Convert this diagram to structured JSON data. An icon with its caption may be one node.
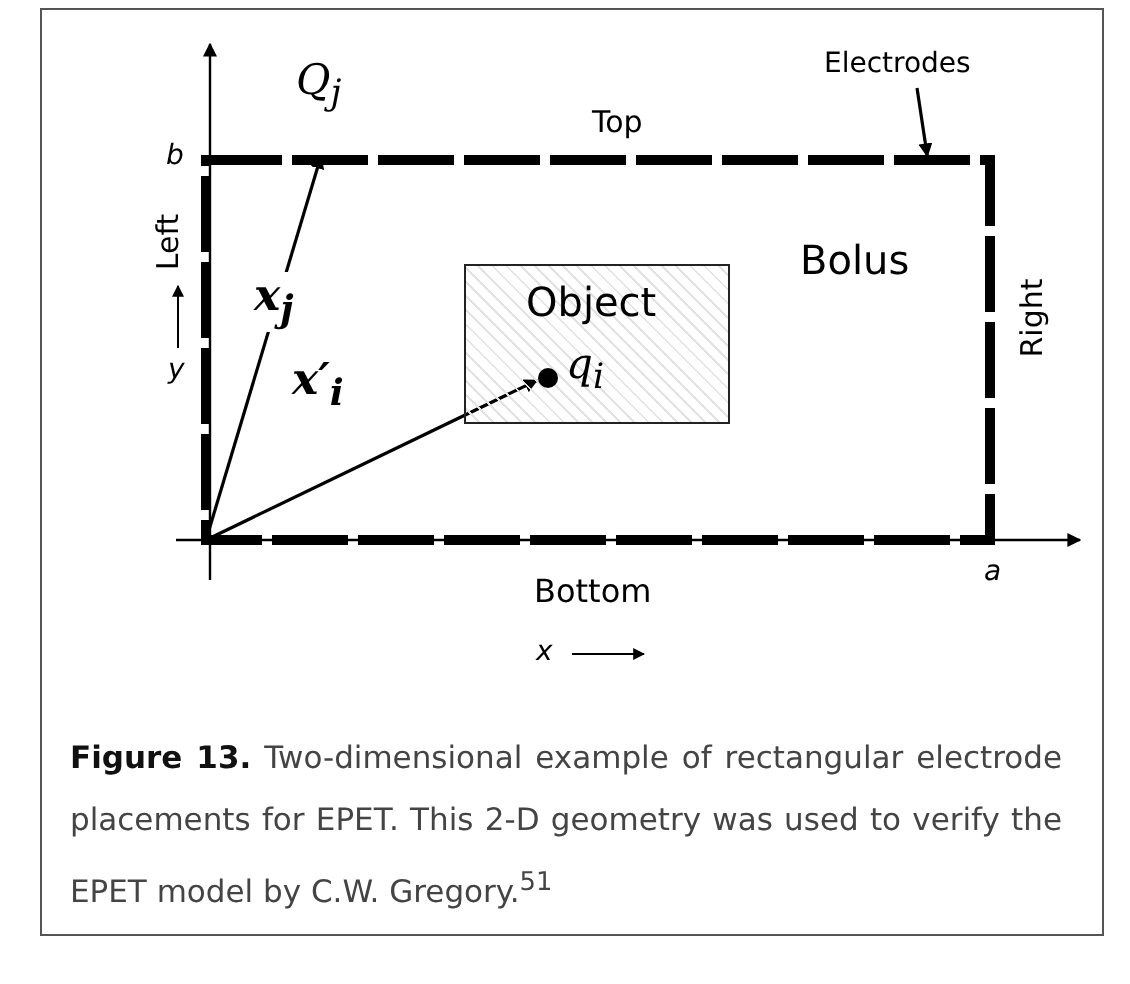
{
  "diagram": {
    "nodes": [
      {
        "text": [
          "Bolus"
        ]
      },
      {
        "text": [
          "Object"
        ],
        "in": 0
      },
      {
        "text": [],
        "shape": "circle",
        "beside": [
          "q$_{i}$"
        ],
        "in": 1
      },
      {
        "text": [
          "Q$_{j}$"
        ]
      },
      {
        "text": [
          "Electrodes"
        ]
      }
    ],
    "edges": [
      {
        "from": 0,
        "to": 3,
        "arrow": "to",
        "label": "x$_{j}$"
      },
      {
        "from": 0,
        "to": 2,
        "arrow": "to",
        "label": "x′$_{i}$"
      },
      {
        "from": 4,
        "to": 0,
        "arrow": "to"
      }
    ],
    "labels": [
      "b",
      "Top",
      "Left",
      "y",
      "Right",
      "a",
      "Bottom",
      "x"
    ],
    "caption": "**Figure 13.** Two-dimensional example of rectangular electrode placements for EPET. This 2-D geometry was used to verify the EPET model by C.W. Gregory.$^{51}$"
  }
}
